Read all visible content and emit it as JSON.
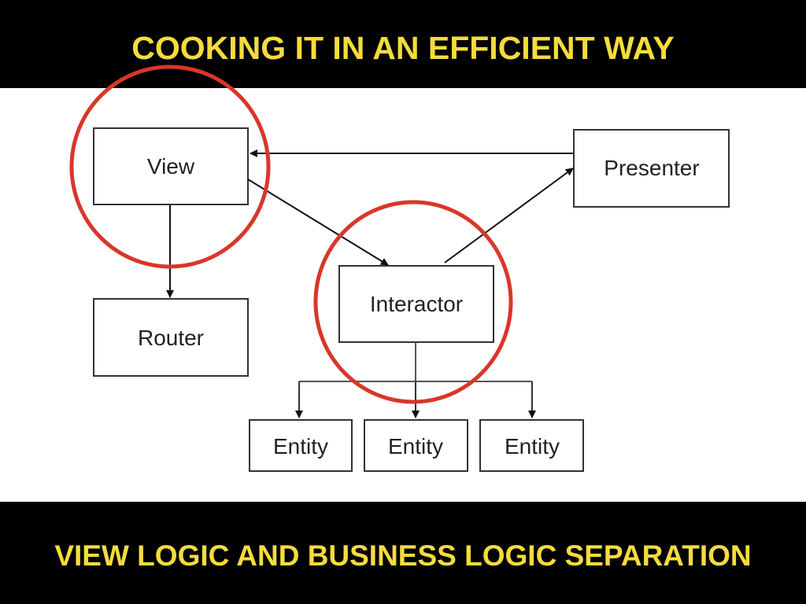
{
  "slide": {
    "title": "COOKING IT IN AN EFFICIENT WAY",
    "caption": "VIEW LOGIC AND BUSINESS LOGIC SEPARATION"
  },
  "diagram": {
    "nodes": {
      "view": "View",
      "presenter": "Presenter",
      "interactor": "Interactor",
      "router": "Router",
      "entity_1": "Entity",
      "entity_2": "Entity",
      "entity_3": "Entity"
    }
  },
  "colors": {
    "title_text": "#F5DC3C",
    "background": "#000000",
    "panel": "#FFFFFF",
    "highlight_circle": "#D8372A",
    "box_border": "#333333"
  }
}
